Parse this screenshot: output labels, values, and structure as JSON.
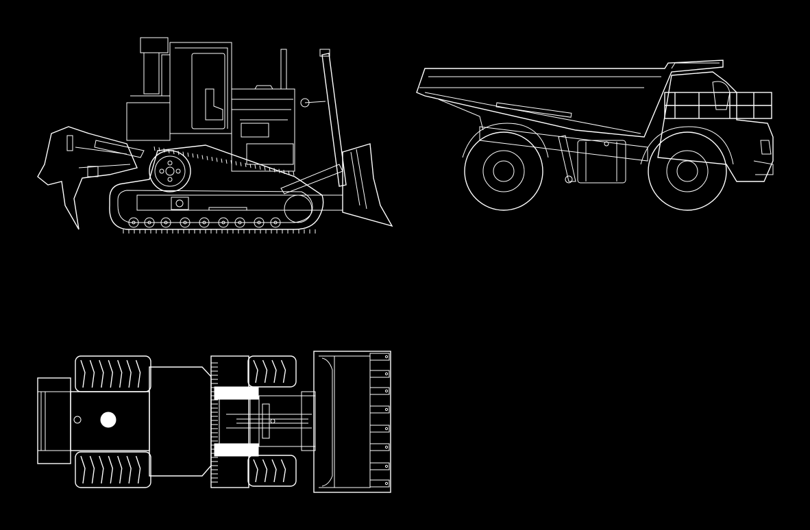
{
  "drawing": {
    "background": "#000000",
    "line_color": "#ffffff",
    "views": [
      {
        "id": "bulldozer-side-view",
        "icon": "bulldozer-icon"
      },
      {
        "id": "dump-truck-side-view",
        "icon": "dump-truck-icon"
      },
      {
        "id": "wheel-loader-top-view",
        "icon": "wheel-loader-icon"
      }
    ]
  }
}
